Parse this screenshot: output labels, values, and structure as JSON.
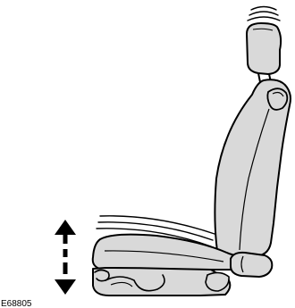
{
  "figure": {
    "code": "E68805",
    "colors": {
      "seat_fill": "#d9d9d9",
      "outline": "#000000",
      "background": "#ffffff"
    },
    "icons": {
      "adjust_arrow": "double-headed-vertical-arrow",
      "motion_lines": "motion-lines"
    }
  }
}
